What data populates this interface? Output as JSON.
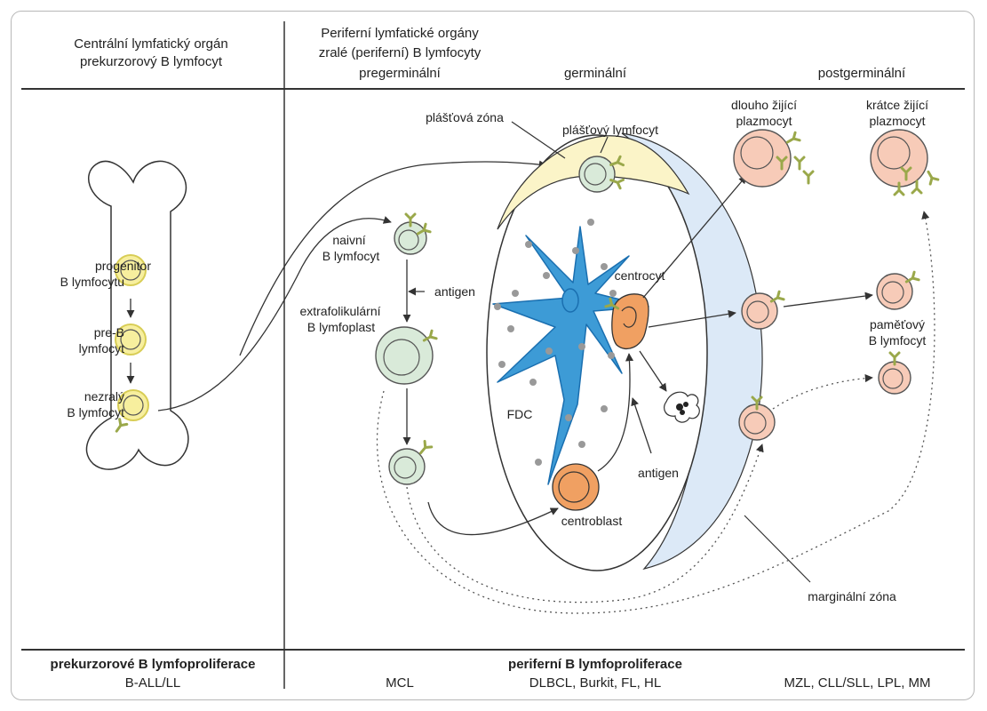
{
  "headers": {
    "central_line1": "Centrální lymfatický orgán",
    "central_line2": "prekurzorový B lymfocyt",
    "peripheral_line1": "Periferní lymfatické orgány",
    "peripheral_line2": "zralé (periferní) B lymfocyty",
    "pregerminal": "pregerminální",
    "germinal": "germinální",
    "postgerminal": "postgerminální"
  },
  "bone_labels": {
    "progenitor_1": "progenitor",
    "progenitor_2": "B lymfocytu",
    "preb_1": "pre-B",
    "preb_2": "lymfocyt",
    "immature_1": "nezralý",
    "immature_2": "B lymfocyt"
  },
  "labels": {
    "mantle_zone": "plášťová zóna",
    "mantle_lymphocyte": "plášťový lymfocyt",
    "naive_1": "naivní",
    "naive_2": "B lymfocyt",
    "antigen_1": "antigen",
    "extrafollicular_1": "extrafolikulární",
    "extrafollicular_2": "B lymfoplast",
    "centrocyte": "centrocyt",
    "fdc": "FDC",
    "antigen_2": "antigen",
    "centroblast": "centroblast",
    "longlived_1": "dlouho žijící",
    "longlived_2": "plazmocyt",
    "shortlived_1": "krátce žijící",
    "shortlived_2": "plazmocyt",
    "memory_1": "paměťový",
    "memory_2": "B lymfocyt",
    "marginal_zone": "marginální zóna"
  },
  "footer": {
    "precursor_title": "prekurzorové B lymfoproliferace",
    "precursor_items": "B-ALL/LL",
    "peripheral_title": "periferní B lymfoproliferace",
    "pregerminal_items": "MCL",
    "germinal_items": "DLBCL, Burkit, FL, HL",
    "postgerminal_items": "MZL, CLL/SLL, LPL, MM"
  },
  "colors": {
    "bone_cell": "#f7ef9e",
    "bone_cell_ring": "#d8cd55",
    "naive_cell": "#d9ead9",
    "naive_cell_ring": "#9cbf9c",
    "mantle_zone": "#fbf4c8",
    "marginal_zone": "#dce9f7",
    "fdc": "#3d9bd6",
    "fdc_dark": "#1a6fb0",
    "centroblast": "#f0a062",
    "plasma_cell": "#f7cbb8",
    "receptor": "#9aa84a"
  },
  "icons": [
    "bone-outline",
    "receptor-y-icon",
    "apoptotic-cell-icon",
    "fdc-dendritic-cell"
  ]
}
